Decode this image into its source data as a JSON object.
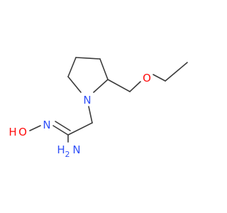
{
  "colors": {
    "bond": "#3a3a3a",
    "nitrogen": "#3050f8",
    "oxygen": "#ff0d0d",
    "background": "#ffffff"
  },
  "atoms": {
    "ring_nitrogen": "N",
    "ether_oxygen": "O",
    "hydroxyl_oxygen": "O",
    "hydroxyl_hydrogen": "H",
    "oxime_nitrogen": "N",
    "amine_nitrogen": "N",
    "amine_hydrogen": "H",
    "amine_subscript": "2"
  }
}
